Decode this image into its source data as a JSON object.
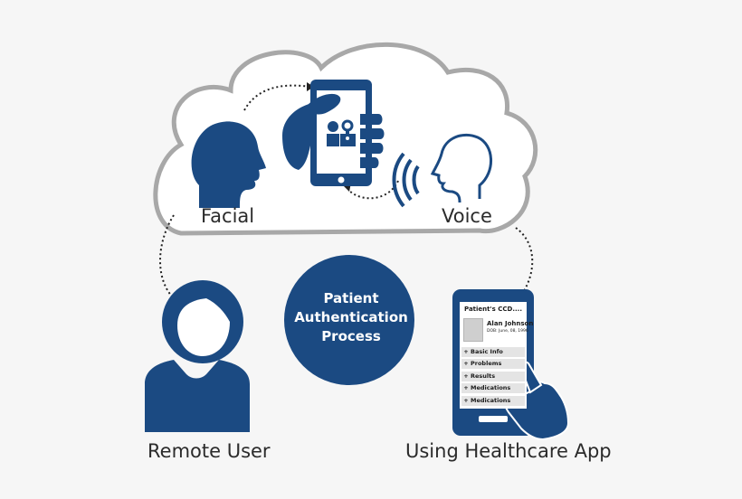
{
  "labels": {
    "facial": "Facial",
    "voice": "Voice",
    "remote_user": "Remote User",
    "healthcare_app": "Using Healthcare App"
  },
  "center": {
    "line1": "Patient",
    "line2": "Authentication",
    "line3": "Process"
  },
  "app": {
    "header": "Patient's CCD....",
    "name": "Alan Johnson",
    "dob": "DOB: June, 08, 1996",
    "plus_symbol": "+",
    "items": [
      "Basic Info",
      "Problems",
      "Results",
      "Medications",
      "Medications"
    ]
  },
  "colors": {
    "primary": "#1b4a82",
    "cloud_outline": "#a8a8a8",
    "background": "#f6f6f6"
  },
  "icons": {
    "face_head": "face-profile-icon",
    "voice_head": "voice-profile-icon",
    "sound_waves": "sound-waves-icon",
    "phone": "phone-in-hand-icon",
    "user": "user-silhouette-icon",
    "lock": "person-lock-key-icon",
    "pointer": "pointing-hand-icon"
  }
}
